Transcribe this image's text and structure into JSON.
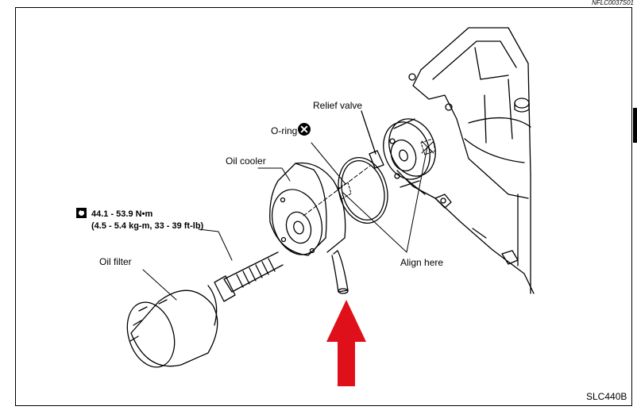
{
  "reference_code": "NFLC0037S01",
  "figure_code": "SLC440B",
  "labels": {
    "relief_valve": "Relief valve",
    "o_ring": "O-ring",
    "oil_cooler": "Oil cooler",
    "oil_filter": "Oil filter",
    "align_here": "Align here"
  },
  "torque": {
    "metric": "44.1 - 53.9 N•m",
    "imperial": "(4.5 - 5.4 kg-m, 33 - 39 ft-lb)"
  },
  "colors": {
    "arrow": "#e0101a",
    "line": "#000000",
    "background": "#ffffff"
  },
  "icons": {
    "torque_symbol": "torque-wrench-icon",
    "replace_symbol": "do-not-reuse-icon"
  }
}
